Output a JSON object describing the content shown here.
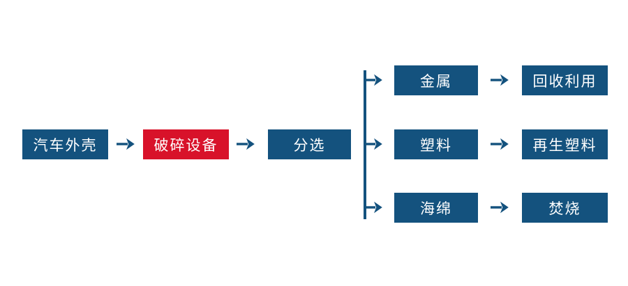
{
  "colors": {
    "node_blue": "#14527E",
    "node_red": "#D8122A",
    "arrow": "#14527E",
    "background": "#FFFFFF"
  },
  "nodes": {
    "car_shell": {
      "label": "汽车外壳"
    },
    "crushing_equipment": {
      "label": "破碎设备"
    },
    "sorting": {
      "label": "分选"
    },
    "metal": {
      "label": "金属"
    },
    "recycling": {
      "label": "回收利用"
    },
    "plastic": {
      "label": "塑料"
    },
    "recycled_plastic": {
      "label": "再生塑料"
    },
    "sponge": {
      "label": "海绵"
    },
    "incineration": {
      "label": "焚烧"
    }
  }
}
